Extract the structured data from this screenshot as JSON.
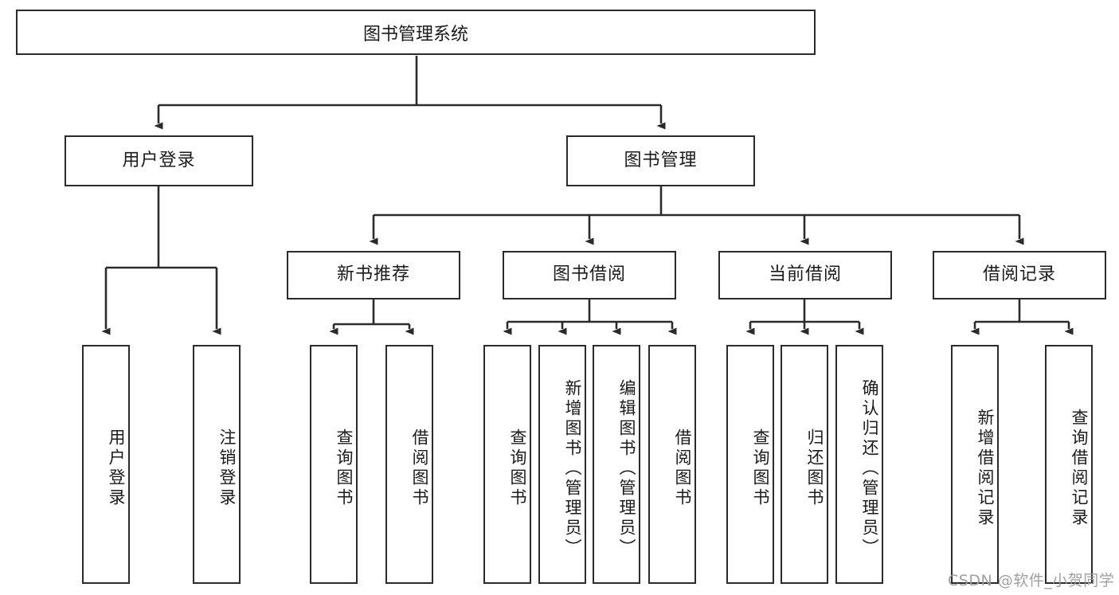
{
  "diagram": {
    "title": "图书管理系统",
    "type": "功能结构图",
    "style": {
      "box_border_color": "#2b2b2b",
      "box_fill_color": "#ffffff",
      "connector_color": "#2b2b2b",
      "background_color": "#ffffff",
      "watermark_color": "#9b9b9b"
    },
    "root": {
      "label": "图书管理系统"
    },
    "level2": [
      {
        "label": "用户登录"
      },
      {
        "label": "图书管理"
      }
    ],
    "level3": [
      {
        "label": "新书推荐"
      },
      {
        "label": "图书借阅"
      },
      {
        "label": "当前借阅"
      },
      {
        "label": "借阅记录"
      }
    ],
    "leaves": {
      "user_login": [
        {
          "label": "用户登录"
        },
        {
          "label": "注销登录"
        }
      ],
      "new_book_recommend": [
        {
          "label": "查询图书"
        },
        {
          "label": "借阅图书"
        }
      ],
      "book_borrow": [
        {
          "label": "查询图书"
        },
        {
          "label": "新增图书（管理员）"
        },
        {
          "label": "编辑图书（管理员）"
        },
        {
          "label": "借阅图书"
        }
      ],
      "current_borrow": [
        {
          "label": "查询图书"
        },
        {
          "label": "归还图书"
        },
        {
          "label": "确认归还（管理员）"
        }
      ],
      "borrow_record": [
        {
          "label": "新增借阅记录"
        },
        {
          "label": "查询借阅记录"
        }
      ]
    },
    "watermark": "CSDN @软件_小贺同学"
  }
}
